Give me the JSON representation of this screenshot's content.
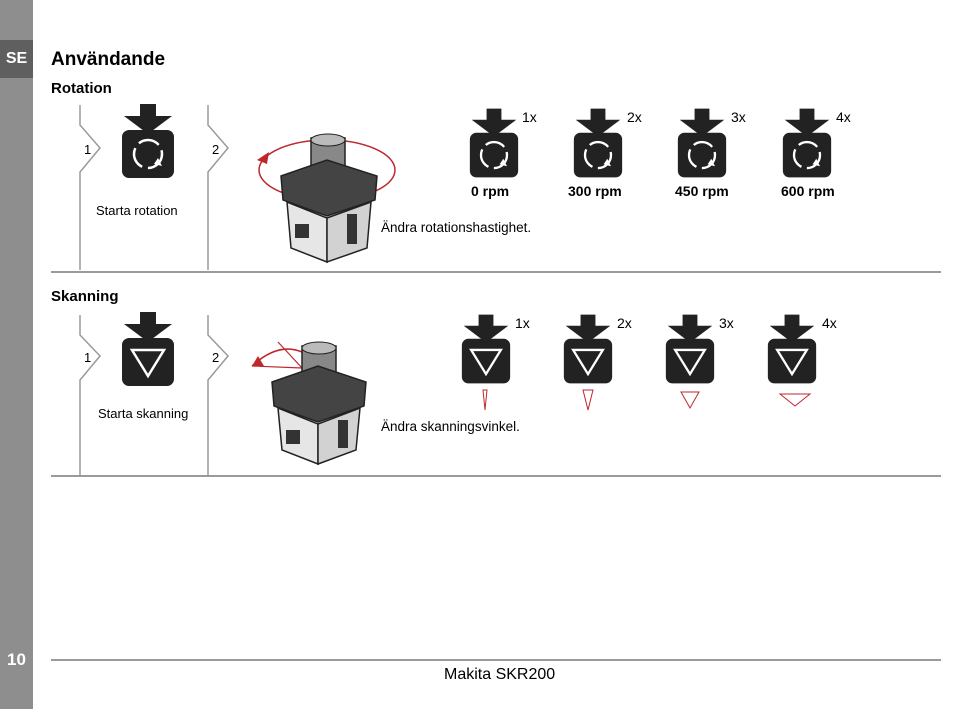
{
  "sidebar": {
    "lang": "SE",
    "page_number": "10"
  },
  "heading": "Användande",
  "rotation": {
    "title": "Rotation",
    "step1_num": "1",
    "step2_num": "2",
    "step1_caption": "Starta rotation",
    "step2_caption": "Ändra rotationshastighet.",
    "presses": [
      "1x",
      "2x",
      "3x",
      "4x"
    ],
    "speeds": [
      "0 rpm",
      "300 rpm",
      "450 rpm",
      "600 rpm"
    ]
  },
  "scanning": {
    "title": "Skanning",
    "step1_num": "1",
    "step2_num": "2",
    "step1_caption": "Starta skanning",
    "step2_caption": "Ändra skanningsvinkel.",
    "presses": [
      "1x",
      "2x",
      "3x",
      "4x"
    ]
  },
  "footer": {
    "model": "Makita SKR200"
  }
}
